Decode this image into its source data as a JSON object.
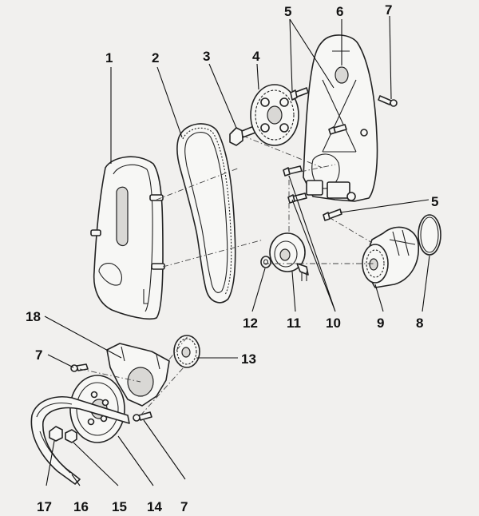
{
  "callouts": {
    "c1": "1",
    "c2": "2",
    "c3": "3",
    "c4": "4",
    "c5a": "5",
    "c5b": "5",
    "c6": "6",
    "c7a": "7",
    "c7b": "7",
    "c7c": "7",
    "c8": "8",
    "c9": "9",
    "c10": "10",
    "c11": "11",
    "c12": "12",
    "c13": "13",
    "c14": "14",
    "c15": "15",
    "c16": "16",
    "c17": "17",
    "c18": "18"
  },
  "colors": {
    "ink": "#111111",
    "paper": "#f1f0ee"
  }
}
